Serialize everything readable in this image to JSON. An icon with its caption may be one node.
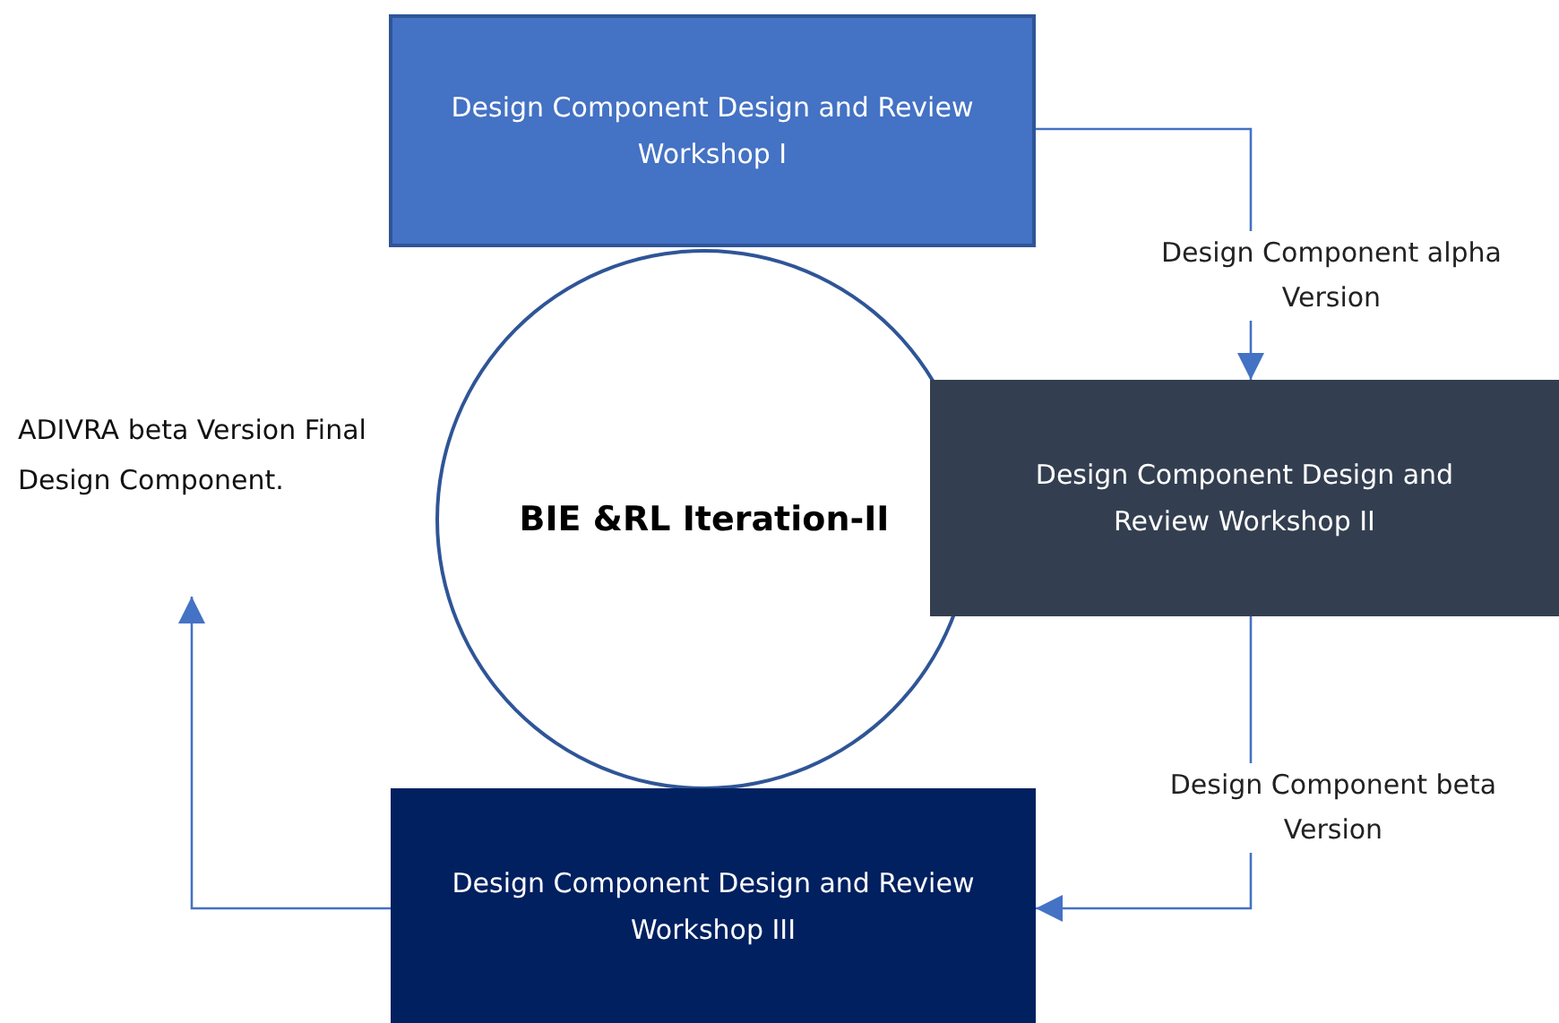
{
  "diagram": {
    "nodes": [
      {
        "text": [
          "Design Component Design and Review Workshop I"
        ]
      },
      {
        "text": [
          "BIE &RL Iteration-II"
        ]
      },
      {
        "text": [
          "Design Component Design and Review Workshop II"
        ]
      },
      {
        "text": [
          "Design Component Design and Review Workshop III"
        ]
      }
    ],
    "edges": [
      {
        "from": 0,
        "to": 2,
        "arrow": "to",
        "label": "Design Component alpha Version"
      },
      {
        "from": 2,
        "to": 3,
        "arrow": "to",
        "label": "Design Component beta Version"
      },
      {
        "from": 3,
        "to": null,
        "arrow": "to"
      }
    ],
    "labels": [
      "ADIVRA beta Version Final Design Component."
    ]
  }
}
